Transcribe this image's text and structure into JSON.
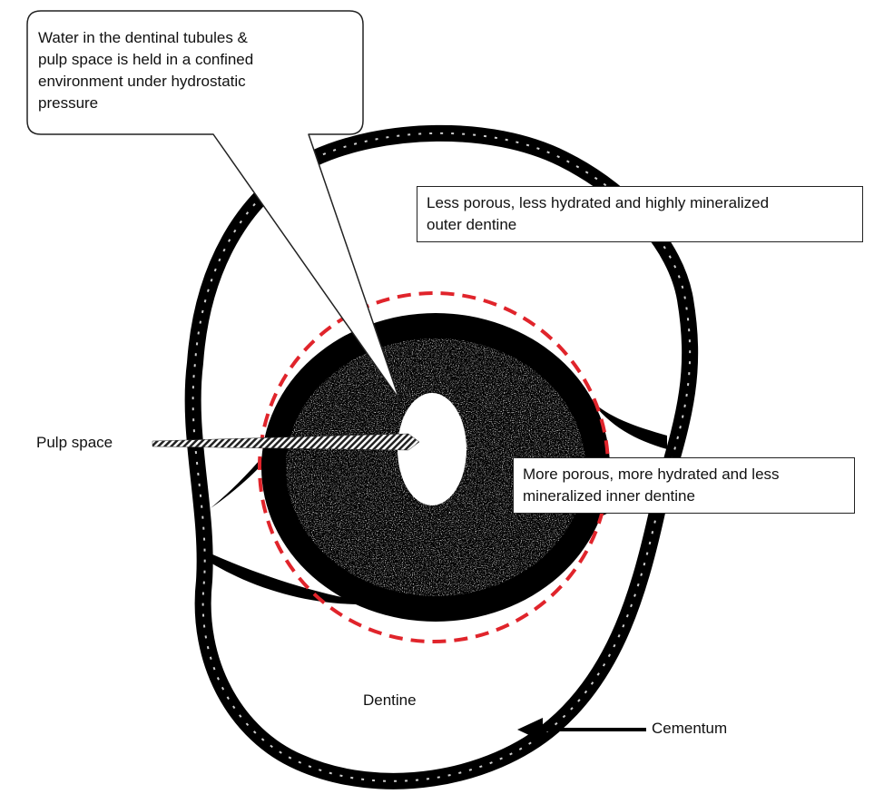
{
  "callout": {
    "text": "Water in the dentinal tubules &\npulp space is held in a confined\nenvironment under hydrostatic\npressure"
  },
  "labels": {
    "outer_dentine": "Less porous, less hydrated and highly mineralized\nouter dentine",
    "inner_dentine": "More porous, more hydrated and less\nmineralized inner dentine",
    "pulp_space": "Pulp space",
    "dentine": "Dentine",
    "cementum": "Cementum"
  },
  "colors": {
    "tissue": "#000000",
    "dashed_circle": "#e0242b",
    "background": "#ffffff"
  }
}
